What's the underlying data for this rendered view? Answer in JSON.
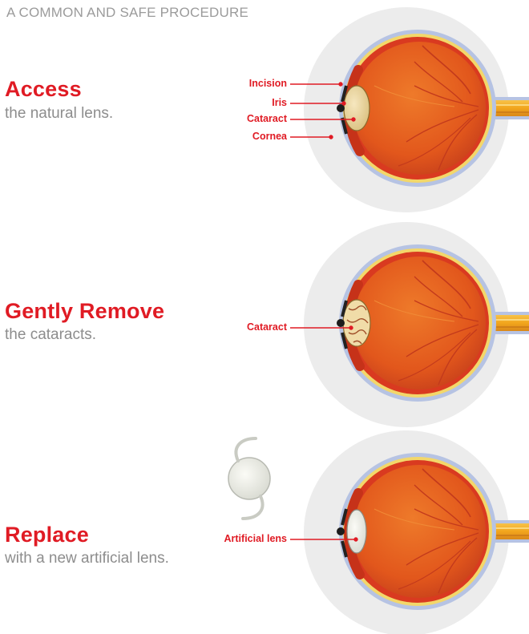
{
  "header": "A COMMON AND SAFE PROCEDURE",
  "steps": [
    {
      "title": "Access",
      "subtitle": "the natural lens.",
      "labels": [
        "Incision",
        "Iris",
        "Cataract",
        "Cornea"
      ]
    },
    {
      "title": "Gently Remove",
      "subtitle": "the cataracts.",
      "labels": [
        "Cataract"
      ]
    },
    {
      "title": "Replace",
      "subtitle": "with a new artificial lens.",
      "labels": [
        "Artificial lens"
      ]
    }
  ],
  "colors": {
    "accent": "#e01b24",
    "subtitle": "#8d8d8d",
    "header": "#9b9b9b",
    "halo": "#ececec",
    "sclera": "#b6c3e3",
    "eyeball": "#e2571c",
    "optic_nerve": "#f2a51c",
    "lens": "#edd9a5",
    "cornea": "#7eb6e2"
  }
}
